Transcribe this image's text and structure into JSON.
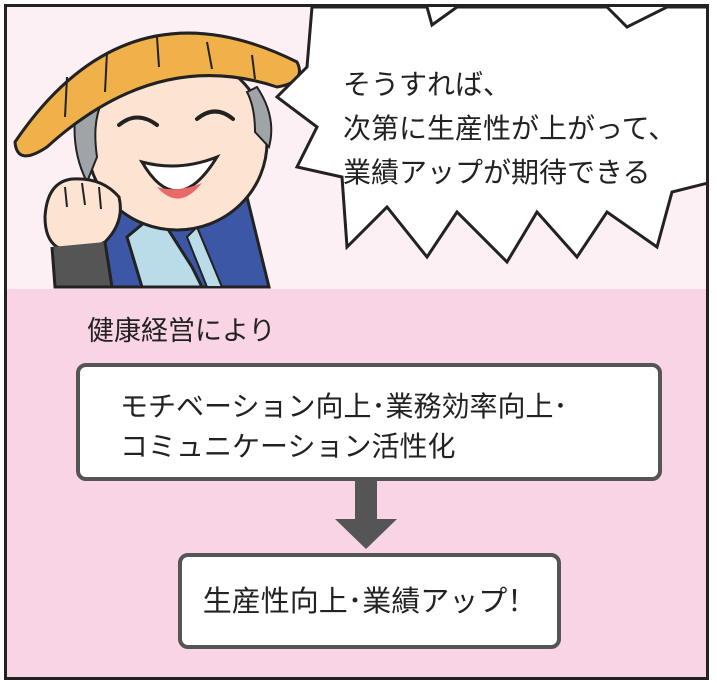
{
  "speech_bubble": {
    "lines": [
      "そうすれば、",
      "次第に生産性が上がって、",
      "業績アップが期待できる"
    ]
  },
  "intro_label": "健康経営により",
  "box_top": {
    "line1": "モチベーション向上･業務効率向上･",
    "line2": "コミュニケーション活性化"
  },
  "box_bottom": {
    "text": "生産性向上･業績アップ！"
  },
  "colors": {
    "top_background": "#fdf0f5",
    "bottom_background": "#f9d4e5",
    "hat": "#f0b04a",
    "robe": "#3b57a6",
    "collar": "#b9dce8",
    "arrow": "#555555"
  }
}
